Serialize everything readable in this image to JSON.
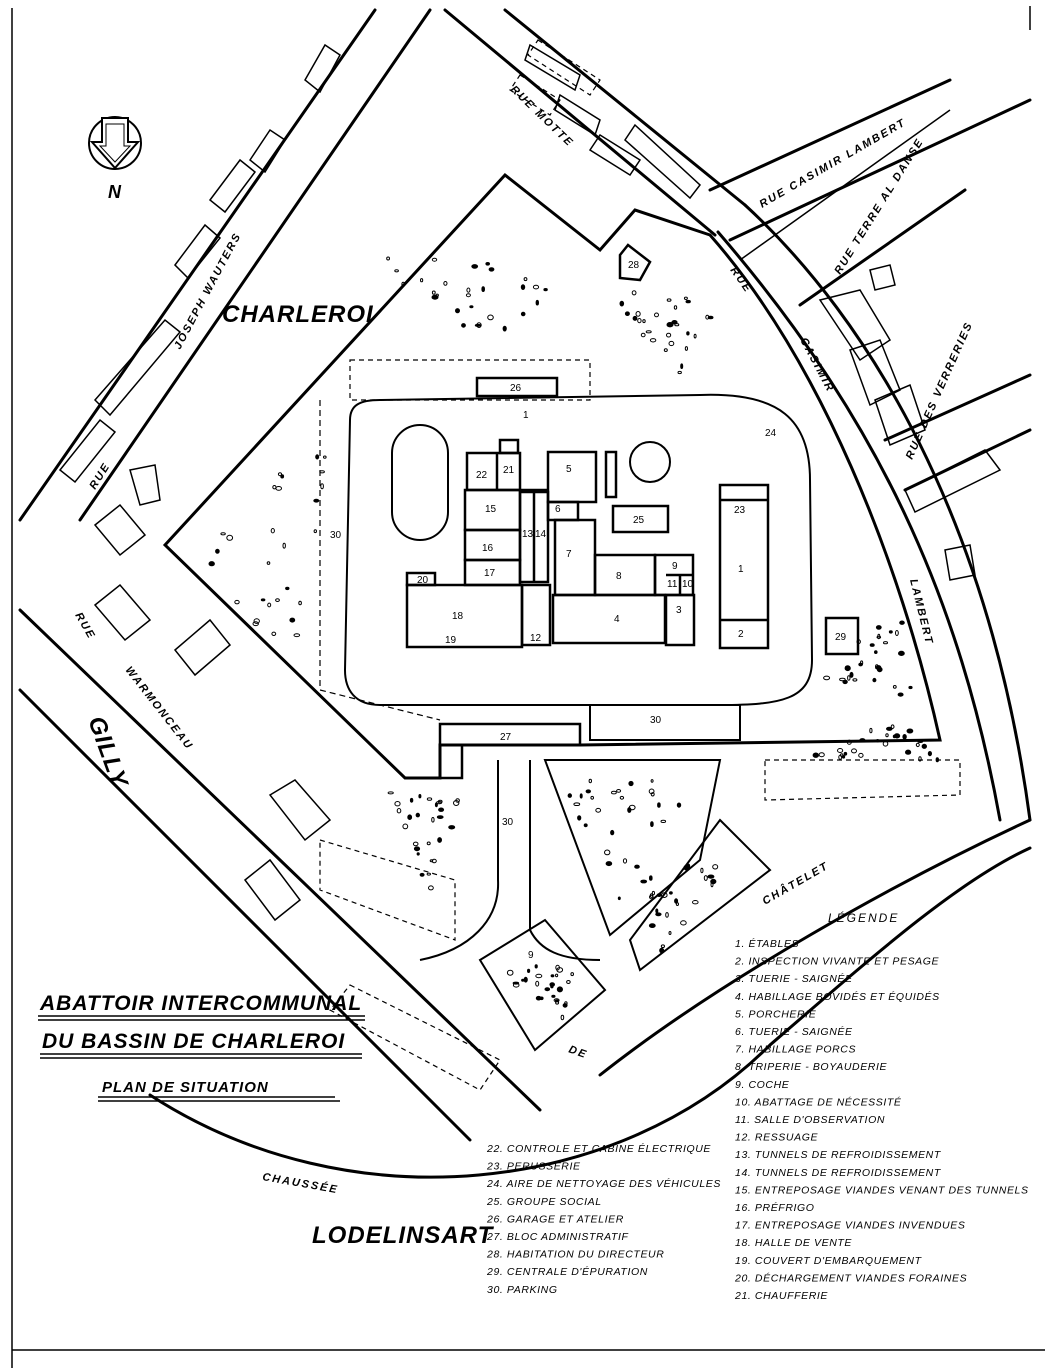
{
  "north_label": "N",
  "districts": [
    "CHARLEROI",
    "GILLY",
    "LODELINSART"
  ],
  "streets": {
    "motte": "RUE MOTTE",
    "casimir_lambert": "RUE CASIMIR LAMBERT",
    "terre_al_danse": "RUE TERRE AL DANSE",
    "verreries": "RUE DES VERRERIES",
    "rue_casimir": "RUE",
    "casimir": "CASIMIR",
    "lambert": "LAMBERT",
    "joseph_wauters": "JOSEPH WAUTERS",
    "rue_left": "RUE",
    "rue_warmonceau": "RUE",
    "warmonceau": "WARMONCEAU",
    "chatelet": "CHÂTELET",
    "de": "DE",
    "chaussee": "CHAUSSÉE"
  },
  "title": {
    "line1": "ABATTOIR INTERCOMMUNAL",
    "line2": "DU BASSIN DE CHARLEROI",
    "line3": "PLAN DE SITUATION"
  },
  "buildings": {
    "b1": "1",
    "b2": "2",
    "b3": "3",
    "b4": "4",
    "b5": "5",
    "b6": "6",
    "b7": "7",
    "b8": "8",
    "b9": "9",
    "b10": "10",
    "b11": "11",
    "b12": "12",
    "b13": "13",
    "b14": "14",
    "b15": "15",
    "b16": "16",
    "b17": "17",
    "b18": "18",
    "b19": "19",
    "b20": "20",
    "b21": "21",
    "b22": "22",
    "b23": "23",
    "b24": "24",
    "b25": "25",
    "b26": "26",
    "b27": "27",
    "b28": "28",
    "b29": "29",
    "b30a": "30",
    "b30b": "30",
    "b30c": "30",
    "road1": "1",
    "lot9": "9"
  },
  "legend": {
    "heading": "LÉGENDE",
    "right": [
      "1. ÉTABLES",
      "2. INSPECTION VIVANTE ET PESAGE",
      "3. TUERIE - SAIGNÉE",
      "4. HABILLAGE BOVIDÉS ET ÉQUIDÉS",
      "5. PORCHERIE",
      "6. TUERIE - SAIGNÉE",
      "7. HABILLAGE PORCS",
      "8. TRIPERIE - BOYAUDERIE",
      "9. COCHE",
      "10. ABATTAGE DE NÉCESSITÉ",
      "11. SALLE D'OBSERVATION",
      "12. RESSUAGE",
      "13. TUNNELS DE REFROIDISSEMENT",
      "14. TUNNELS DE REFROIDISSEMENT",
      "15. ENTREPOSAGE VIANDES VENANT DES TUNNELS",
      "16. PRÉFRIGO",
      "17. ENTREPOSAGE VIANDES INVENDUES",
      "18. HALLE DE VENTE",
      "19. COUVERT D'EMBARQUEMENT",
      "20. DÉCHARGEMENT VIANDES FORAINES",
      "21. CHAUFFERIE"
    ],
    "left": [
      "22. CONTROLE ET CABINE ÉLECTRIQUE",
      "23. PERUSSERIE",
      "24. AIRE DE NETTOYAGE DES VÉHICULES",
      "25. GROUPE SOCIAL",
      "26. GARAGE ET ATELIER",
      "27. BLOC ADMINISTRATIF",
      "28. HABITATION DU DIRECTEUR",
      "29. CENTRALE D'ÉPURATION",
      "30. PARKING"
    ]
  }
}
